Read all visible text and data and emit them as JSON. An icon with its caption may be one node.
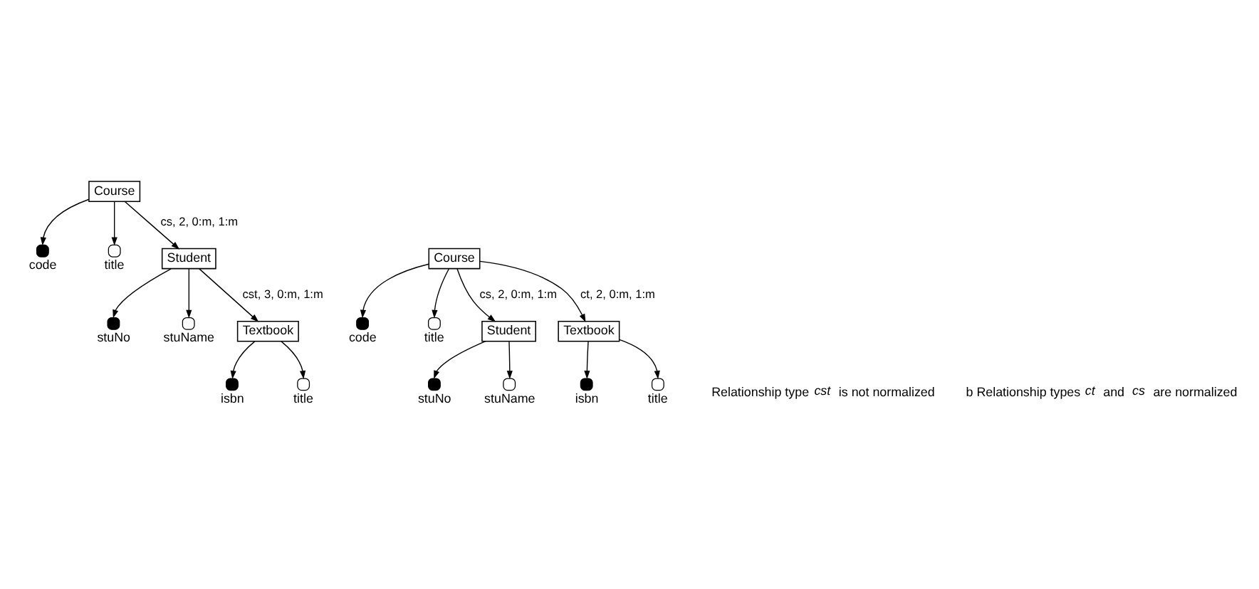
{
  "diagram": {
    "nodes": [
      {
        "text": [
          "Course"
        ]
      },
      {
        "text": [],
        "shape": "dot",
        "beside": [
          "code"
        ]
      },
      {
        "text": [],
        "shape": "circle",
        "beside": [
          "title"
        ]
      },
      {
        "text": [
          "Student"
        ]
      },
      {
        "text": [],
        "shape": "dot",
        "beside": [
          "stuNo"
        ]
      },
      {
        "text": [],
        "shape": "circle",
        "beside": [
          "stuName"
        ]
      },
      {
        "text": [
          "Textbook"
        ]
      },
      {
        "text": [],
        "shape": "dot",
        "beside": [
          "isbn"
        ]
      },
      {
        "text": [],
        "shape": "circle",
        "beside": [
          "title"
        ]
      },
      {
        "text": [
          "Course"
        ]
      },
      {
        "text": [],
        "shape": "dot",
        "beside": [
          "code"
        ]
      },
      {
        "text": [],
        "shape": "circle",
        "beside": [
          "title"
        ]
      },
      {
        "text": [
          "Student"
        ]
      },
      {
        "text": [
          "Textbook"
        ]
      },
      {
        "text": [],
        "shape": "dot",
        "beside": [
          "stuNo"
        ]
      },
      {
        "text": [],
        "shape": "circle",
        "beside": [
          "stuName"
        ]
      },
      {
        "text": [],
        "shape": "dot",
        "beside": [
          "isbn"
        ]
      },
      {
        "text": [],
        "shape": "circle",
        "beside": [
          "title"
        ]
      }
    ],
    "edges": [
      {
        "from": 0,
        "to": 1,
        "arrow": "to"
      },
      {
        "from": 0,
        "to": 2,
        "arrow": "to"
      },
      {
        "from": 0,
        "to": 3,
        "arrow": "to",
        "label": "cs, 2, 0:m, 1:m"
      },
      {
        "from": 3,
        "to": 4,
        "arrow": "to"
      },
      {
        "from": 3,
        "to": 5,
        "arrow": "to"
      },
      {
        "from": 3,
        "to": 6,
        "arrow": "to",
        "label": "cst, 3, 0:m, 1:m"
      },
      {
        "from": 6,
        "to": 7,
        "arrow": "to"
      },
      {
        "from": 6,
        "to": 8,
        "arrow": "to"
      },
      {
        "from": 9,
        "to": 10,
        "arrow": "to"
      },
      {
        "from": 9,
        "to": 11,
        "arrow": "to"
      },
      {
        "from": 9,
        "to": 12,
        "arrow": "to",
        "label": "cs, 2, 0:m, 1:m"
      },
      {
        "from": 9,
        "to": 13,
        "arrow": "to",
        "label": "ct, 2, 0:m, 1:m"
      },
      {
        "from": 12,
        "to": 14,
        "arrow": "to"
      },
      {
        "from": 12,
        "to": 15,
        "arrow": "to"
      },
      {
        "from": 13,
        "to": 16,
        "arrow": "to"
      },
      {
        "from": 13,
        "to": 17,
        "arrow": "to"
      }
    ],
    "labels": [
      "Relationship type *cst* is not normalized",
      "b Relationship types *ct* and *cs* are normalized"
    ]
  }
}
